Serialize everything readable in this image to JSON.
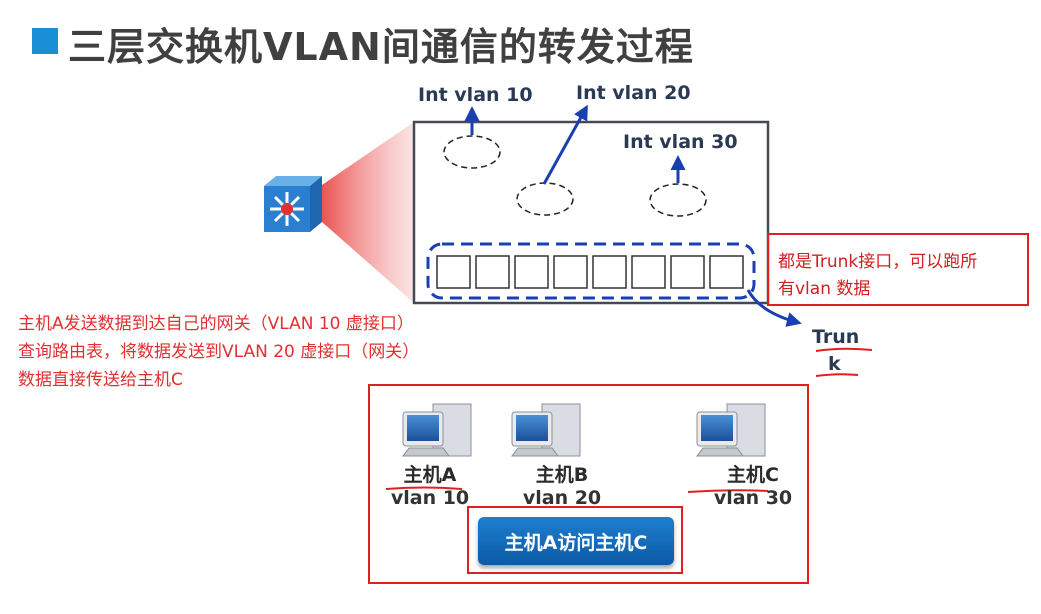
{
  "title": "三层交换机VLAN间通信的转发过程",
  "vlan_interfaces": [
    {
      "label": "Int vlan 10"
    },
    {
      "label": "Int vlan 20"
    },
    {
      "label": "Int vlan 30"
    }
  ],
  "trunk_note": [
    "都是Trunk接口，可以跑所",
    "有vlan 数据"
  ],
  "trunk_label": [
    "Trun",
    "k"
  ],
  "process_notes": [
    "主机A发送数据到达自己的网关（VLAN 10 虚接口）",
    "查询路由表，将数据发送到VLAN 20 虚接口（网关）",
    "数据直接传送给主机C"
  ],
  "hosts": [
    {
      "name": "主机A",
      "vlan": "vlan 10"
    },
    {
      "name": "主机B",
      "vlan": "vlan 20"
    },
    {
      "name": "主机C",
      "vlan": "vlan 30"
    }
  ],
  "access_button": "主机A访问主机C",
  "colors": {
    "accent": "#1a8fd6",
    "annotation_red": "#e03030",
    "arrow_blue": "#1a3fb0"
  },
  "icons": [
    "switch-icon",
    "computer-icon"
  ]
}
